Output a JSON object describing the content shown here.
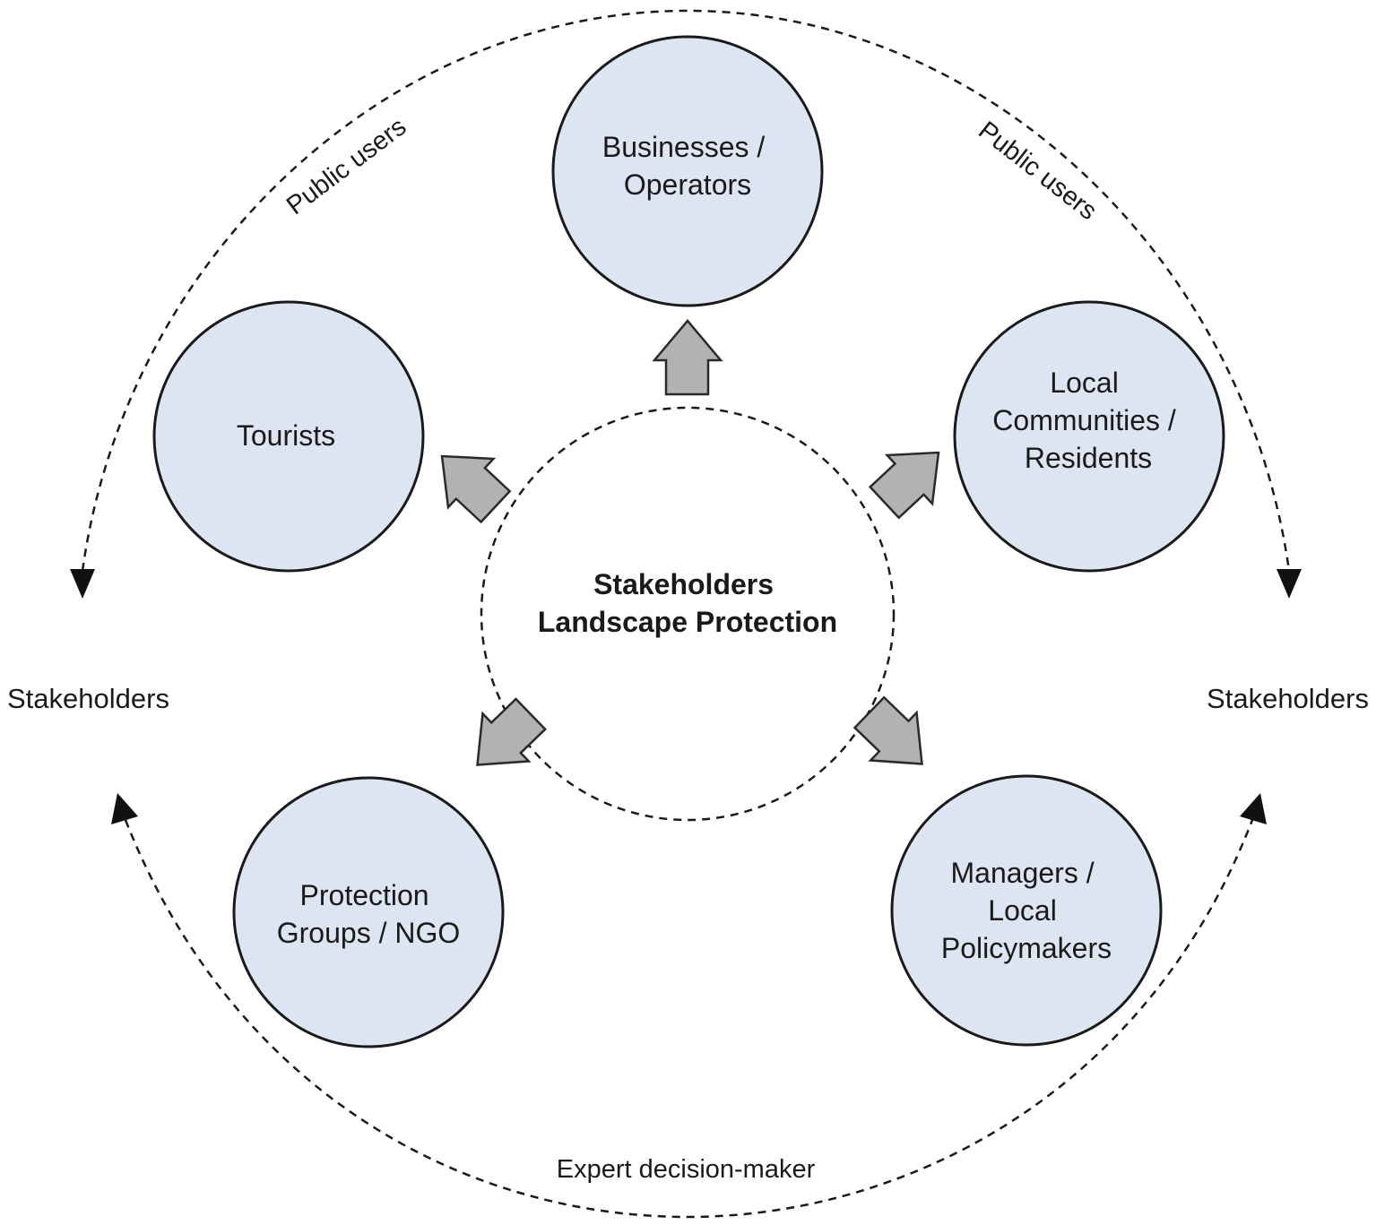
{
  "center": {
    "line1": "Stakeholders",
    "line2": "Landscape Protection"
  },
  "nodes": {
    "businesses": {
      "lines": [
        "Businesses /",
        "Operators"
      ]
    },
    "tourists": {
      "lines": [
        "Tourists"
      ]
    },
    "communities": {
      "lines": [
        "Local",
        "Communities /",
        "Residents"
      ]
    },
    "protection": {
      "lines": [
        "Protection",
        "Groups / NGO"
      ]
    },
    "managers": {
      "lines": [
        "Managers /",
        "Local",
        "Policymakers"
      ]
    }
  },
  "side_labels": {
    "left": "Stakeholders",
    "right": "Stakeholders"
  },
  "flow_labels": {
    "public_users_left": "Public users",
    "public_users_right": "Public users",
    "expert": "Expert decision-maker"
  },
  "colors": {
    "node_fill": "#dce5f1",
    "arrow_fill": "#b2b2b2",
    "stroke": "#1a1a1a"
  }
}
